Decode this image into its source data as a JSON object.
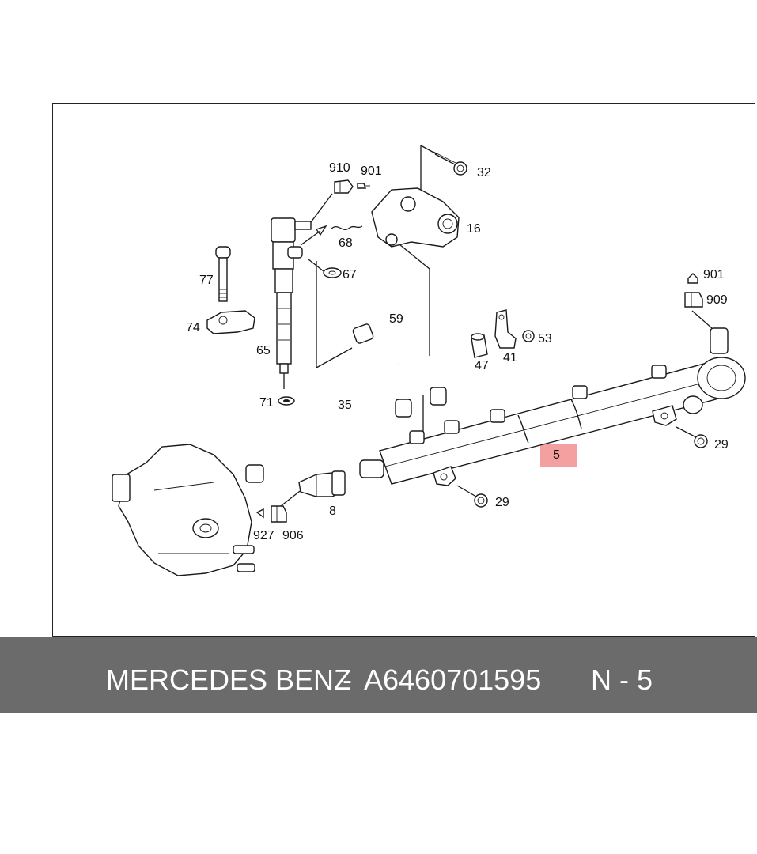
{
  "diagram": {
    "highlight_color": "#f4a0a0",
    "labels": {
      "l910": "910",
      "l901a": "901",
      "l32": "32",
      "l16": "16",
      "l68": "68",
      "l67": "67",
      "l77": "77",
      "l74": "74",
      "l65": "65",
      "l59": "59",
      "l71": "71",
      "l35": "35",
      "l901b": "901",
      "l909": "909",
      "l53": "53",
      "l47": "47",
      "l41": "41",
      "l5": "5",
      "l29a": "29",
      "l29b": "29",
      "l8": "8",
      "l927": "927",
      "l906": "906"
    }
  },
  "footer": {
    "brand": "MERCEDES BENZ",
    "separator": "-",
    "part_number": "A6460701595",
    "position": "N - 5",
    "background": "#6b6b6b"
  }
}
